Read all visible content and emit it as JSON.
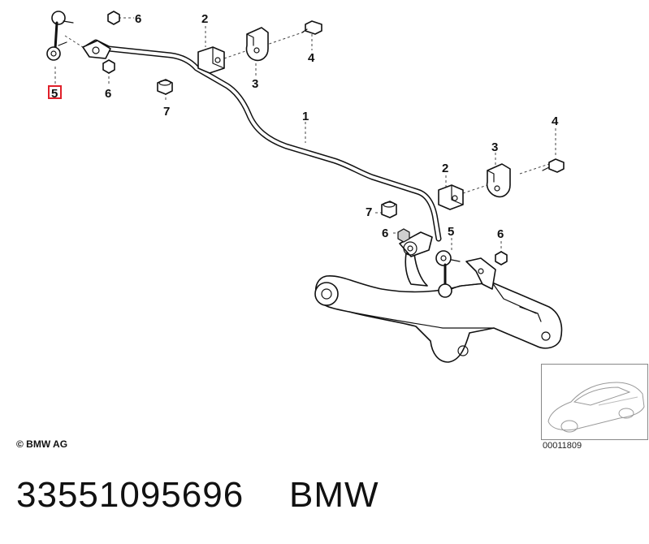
{
  "callouts": [
    {
      "id": "c-5a",
      "label": "5"
    },
    {
      "id": "c-6a",
      "label": "6"
    },
    {
      "id": "c-6b",
      "label": "6"
    },
    {
      "id": "c-7a",
      "label": "7"
    },
    {
      "id": "c-2a",
      "label": "2"
    },
    {
      "id": "c-3a",
      "label": "3"
    },
    {
      "id": "c-4a",
      "label": "4"
    },
    {
      "id": "c-1",
      "label": "1"
    },
    {
      "id": "c-4b",
      "label": "4"
    },
    {
      "id": "c-3b",
      "label": "3"
    },
    {
      "id": "c-2b",
      "label": "2"
    },
    {
      "id": "c-7b",
      "label": "7"
    },
    {
      "id": "c-6c",
      "label": "6"
    },
    {
      "id": "c-5b",
      "label": "5"
    },
    {
      "id": "c-6d",
      "label": "6"
    }
  ],
  "highlight_color": "#e0202a",
  "copyright": "© BMW AG",
  "diagram_code": "00011809",
  "part_number": "33551095696",
  "brand": "BMW"
}
